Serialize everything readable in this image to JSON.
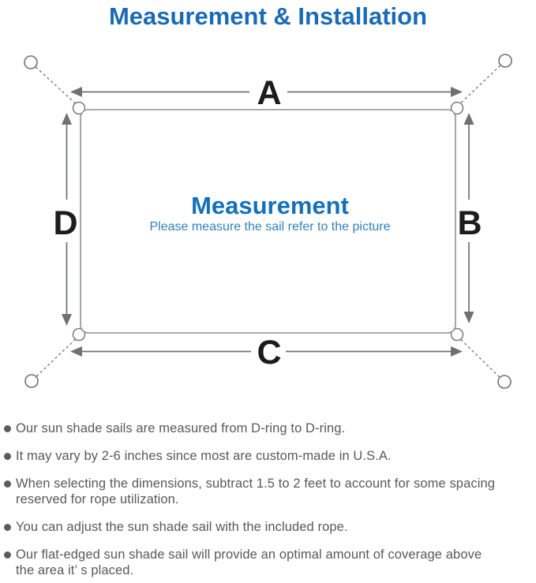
{
  "title": "Measurement & Installation",
  "diagram": {
    "labels": {
      "top": "A",
      "right": "B",
      "bottom": "C",
      "left": "D"
    },
    "center_title": "Measurement",
    "center_subtitle": "Please measure the sail refer to the picture"
  },
  "bullets": [
    {
      "lines": [
        "Our sun shade sails are measured from D-ring to D-ring."
      ]
    },
    {
      "lines": [
        "It may vary by 2-6 inches since most are custom-made in U.S.A."
      ]
    },
    {
      "lines": [
        "When selecting the dimensions, subtract 1.5 to 2 feet to account for some spacing",
        "reserved for rope utilization."
      ]
    },
    {
      "lines": [
        "You can adjust the sun shade sail with the included rope."
      ]
    },
    {
      "lines": [
        "Our flat-edged sun shade sail will provide an optimal amount of coverage above",
        "the area it’ s placed."
      ]
    }
  ],
  "colors": {
    "title_blue": "#1a6bb5",
    "center_heading_blue": "#1470b8",
    "center_subtitle_blue": "#3080b9",
    "dimension_label_black": "#1c1c1c",
    "body_text_gray": "#58595b",
    "arrow_gray": "#6f7072",
    "sail_border_gray": "#8f9193"
  }
}
